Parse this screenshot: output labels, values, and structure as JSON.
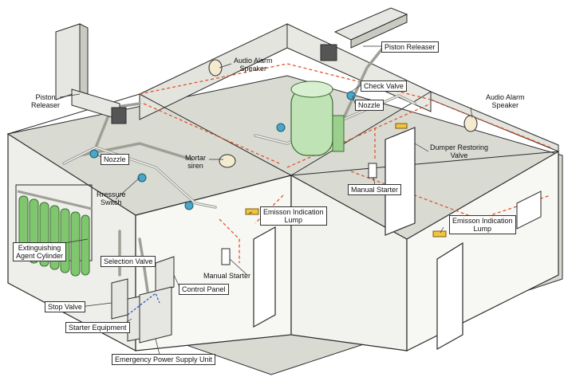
{
  "colors": {
    "wall": "#f7f7f4",
    "wall_shade": "#e3e4de",
    "floor": "#d9dbd3",
    "outline": "#2b2b2b",
    "pipe": "#c9cbc3",
    "cylinder": "#7fc66e",
    "tank": "#bfe3b5",
    "alarm_wire": "#e2552b",
    "indicator": "#f1c43d",
    "nozzle": "#4aa7c7"
  },
  "labels": {
    "piston_releaser_left": "Piston\nReleaser",
    "piston_releaser_right": "Piston Releaser",
    "audio_alarm_speaker_top": "Audio Alarm\nSpeaker",
    "audio_alarm_speaker_right": "Audio Alarm\nSpeaker",
    "check_valve": "Check Valve",
    "nozzle_center": "Nozzle",
    "nozzle_left": "Nozzle",
    "mortar_siren": "Mortar\nsiren",
    "pressure_switch": "Rressure\nSwitch",
    "dumper_restoring_valve": "Dumper Restoring\nValve",
    "manual_starter_right": "Manual Starter",
    "manual_starter_left": "Manual Starter",
    "emission_lump_center": "Emisson Indication\nLump",
    "emission_lump_right": "Emisson Indication\nLump",
    "extinguishing_agent_cylinder": "Extinguishing\nAgent Cylinder",
    "selection_valve": "Selection Valve",
    "control_panel": "Control Panel",
    "stop_valve": "Stop Valve",
    "starter_equipment": "Starter Equipment",
    "emergency_power_supply_unit": "Emergency Power Supply Unit"
  }
}
